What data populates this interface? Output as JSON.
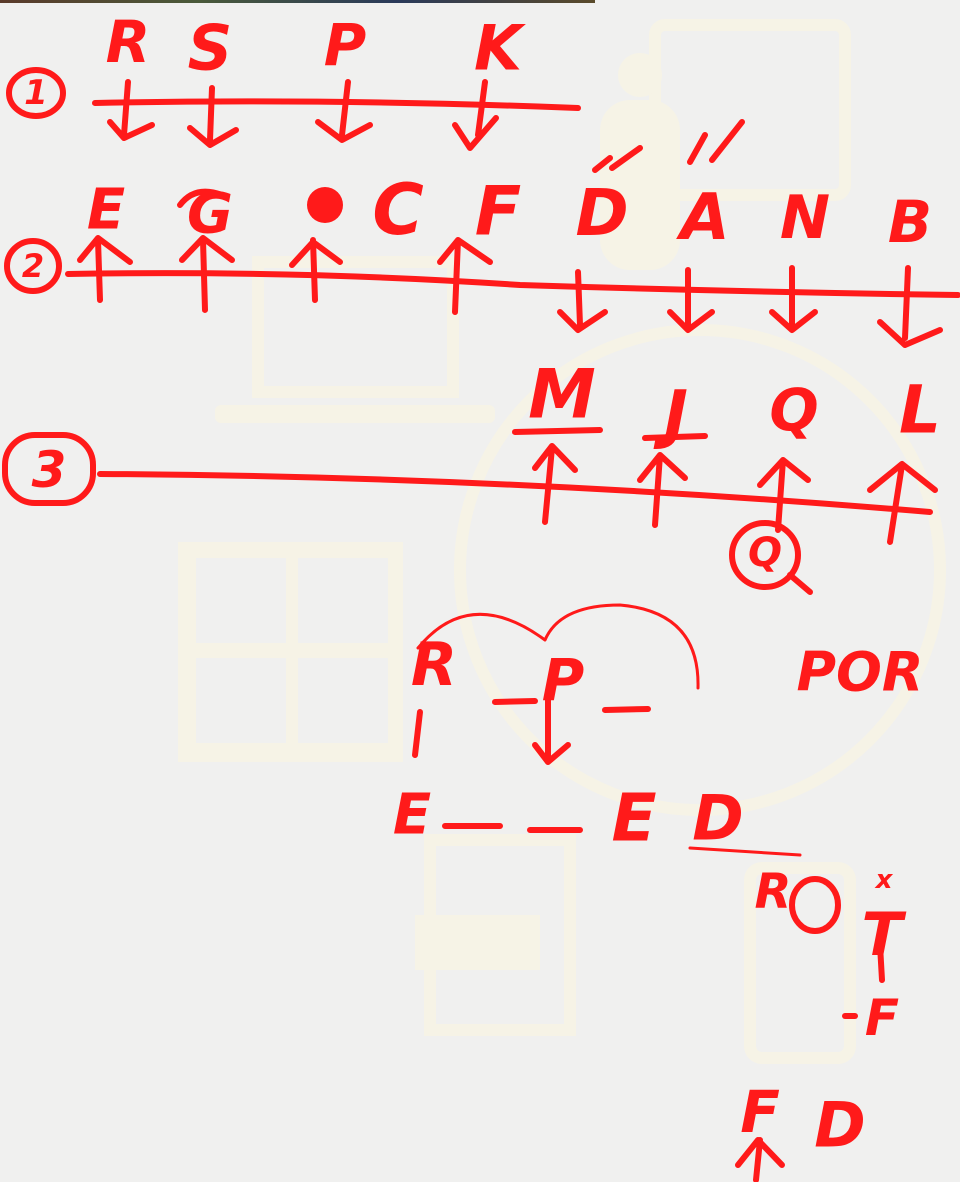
{
  "row1": {
    "number": "1",
    "letters": [
      "R",
      "S",
      "P",
      "K"
    ]
  },
  "row2": {
    "number": "2",
    "letters_up": [
      "E",
      "G",
      "C",
      "F"
    ],
    "letters_down": [
      "D",
      "A",
      "N",
      "B"
    ]
  },
  "row3": {
    "number": "3",
    "letters": [
      "M",
      "J",
      "Q",
      "L"
    ],
    "circled": "Q"
  },
  "notes": {
    "r": "R",
    "p": "P",
    "por": "POR",
    "e": "E",
    "e2": "E",
    "d": "D",
    "r2": "R",
    "x": "x",
    "t": "T",
    "f": "F",
    "f2": "F",
    "d2": "D"
  },
  "colors": {
    "ink": "#ff1a1a",
    "background": "#f0f0ef",
    "watermark": "#f6f3e6"
  }
}
